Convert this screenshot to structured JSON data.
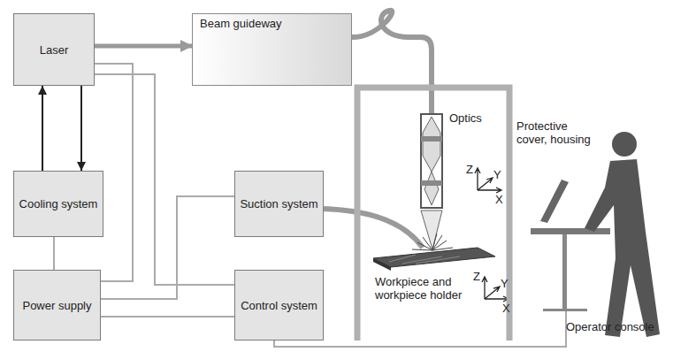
{
  "diagram": {
    "nodes": [
      {
        "text": [
          "Laser"
        ]
      },
      {
        "text": [
          "Beam guideway"
        ]
      },
      {
        "text": [
          "Cooling system"
        ]
      },
      {
        "text": [
          "Suction system"
        ]
      },
      {
        "text": [
          "Power supply"
        ]
      },
      {
        "text": [
          "Control system"
        ]
      },
      {
        "text": [
          "Protective cover, housing"
        ]
      },
      {
        "text": [
          "Optics"
        ],
        "in": 6
      }
    ],
    "edges": [
      {
        "from": 0,
        "to": 1,
        "arrow": "to"
      },
      {
        "from": 1,
        "to": 7,
        "arrow": "none"
      },
      {
        "from": 2,
        "to": 0,
        "arrow": "to"
      },
      {
        "from": 0,
        "to": 2,
        "arrow": "to"
      },
      {
        "from": 2,
        "to": 4,
        "arrow": "none"
      },
      {
        "from": 0,
        "to": 4,
        "arrow": "none"
      },
      {
        "from": 0,
        "to": 5,
        "arrow": "none"
      },
      {
        "from": 4,
        "to": 3,
        "arrow": "none"
      },
      {
        "from": 4,
        "to": 5,
        "arrow": "none"
      }
    ],
    "labels": [
      "Z",
      "Y",
      "X",
      "Workpiece and workpiece holder",
      "Z",
      "Y",
      "X",
      "Operator console"
    ]
  }
}
